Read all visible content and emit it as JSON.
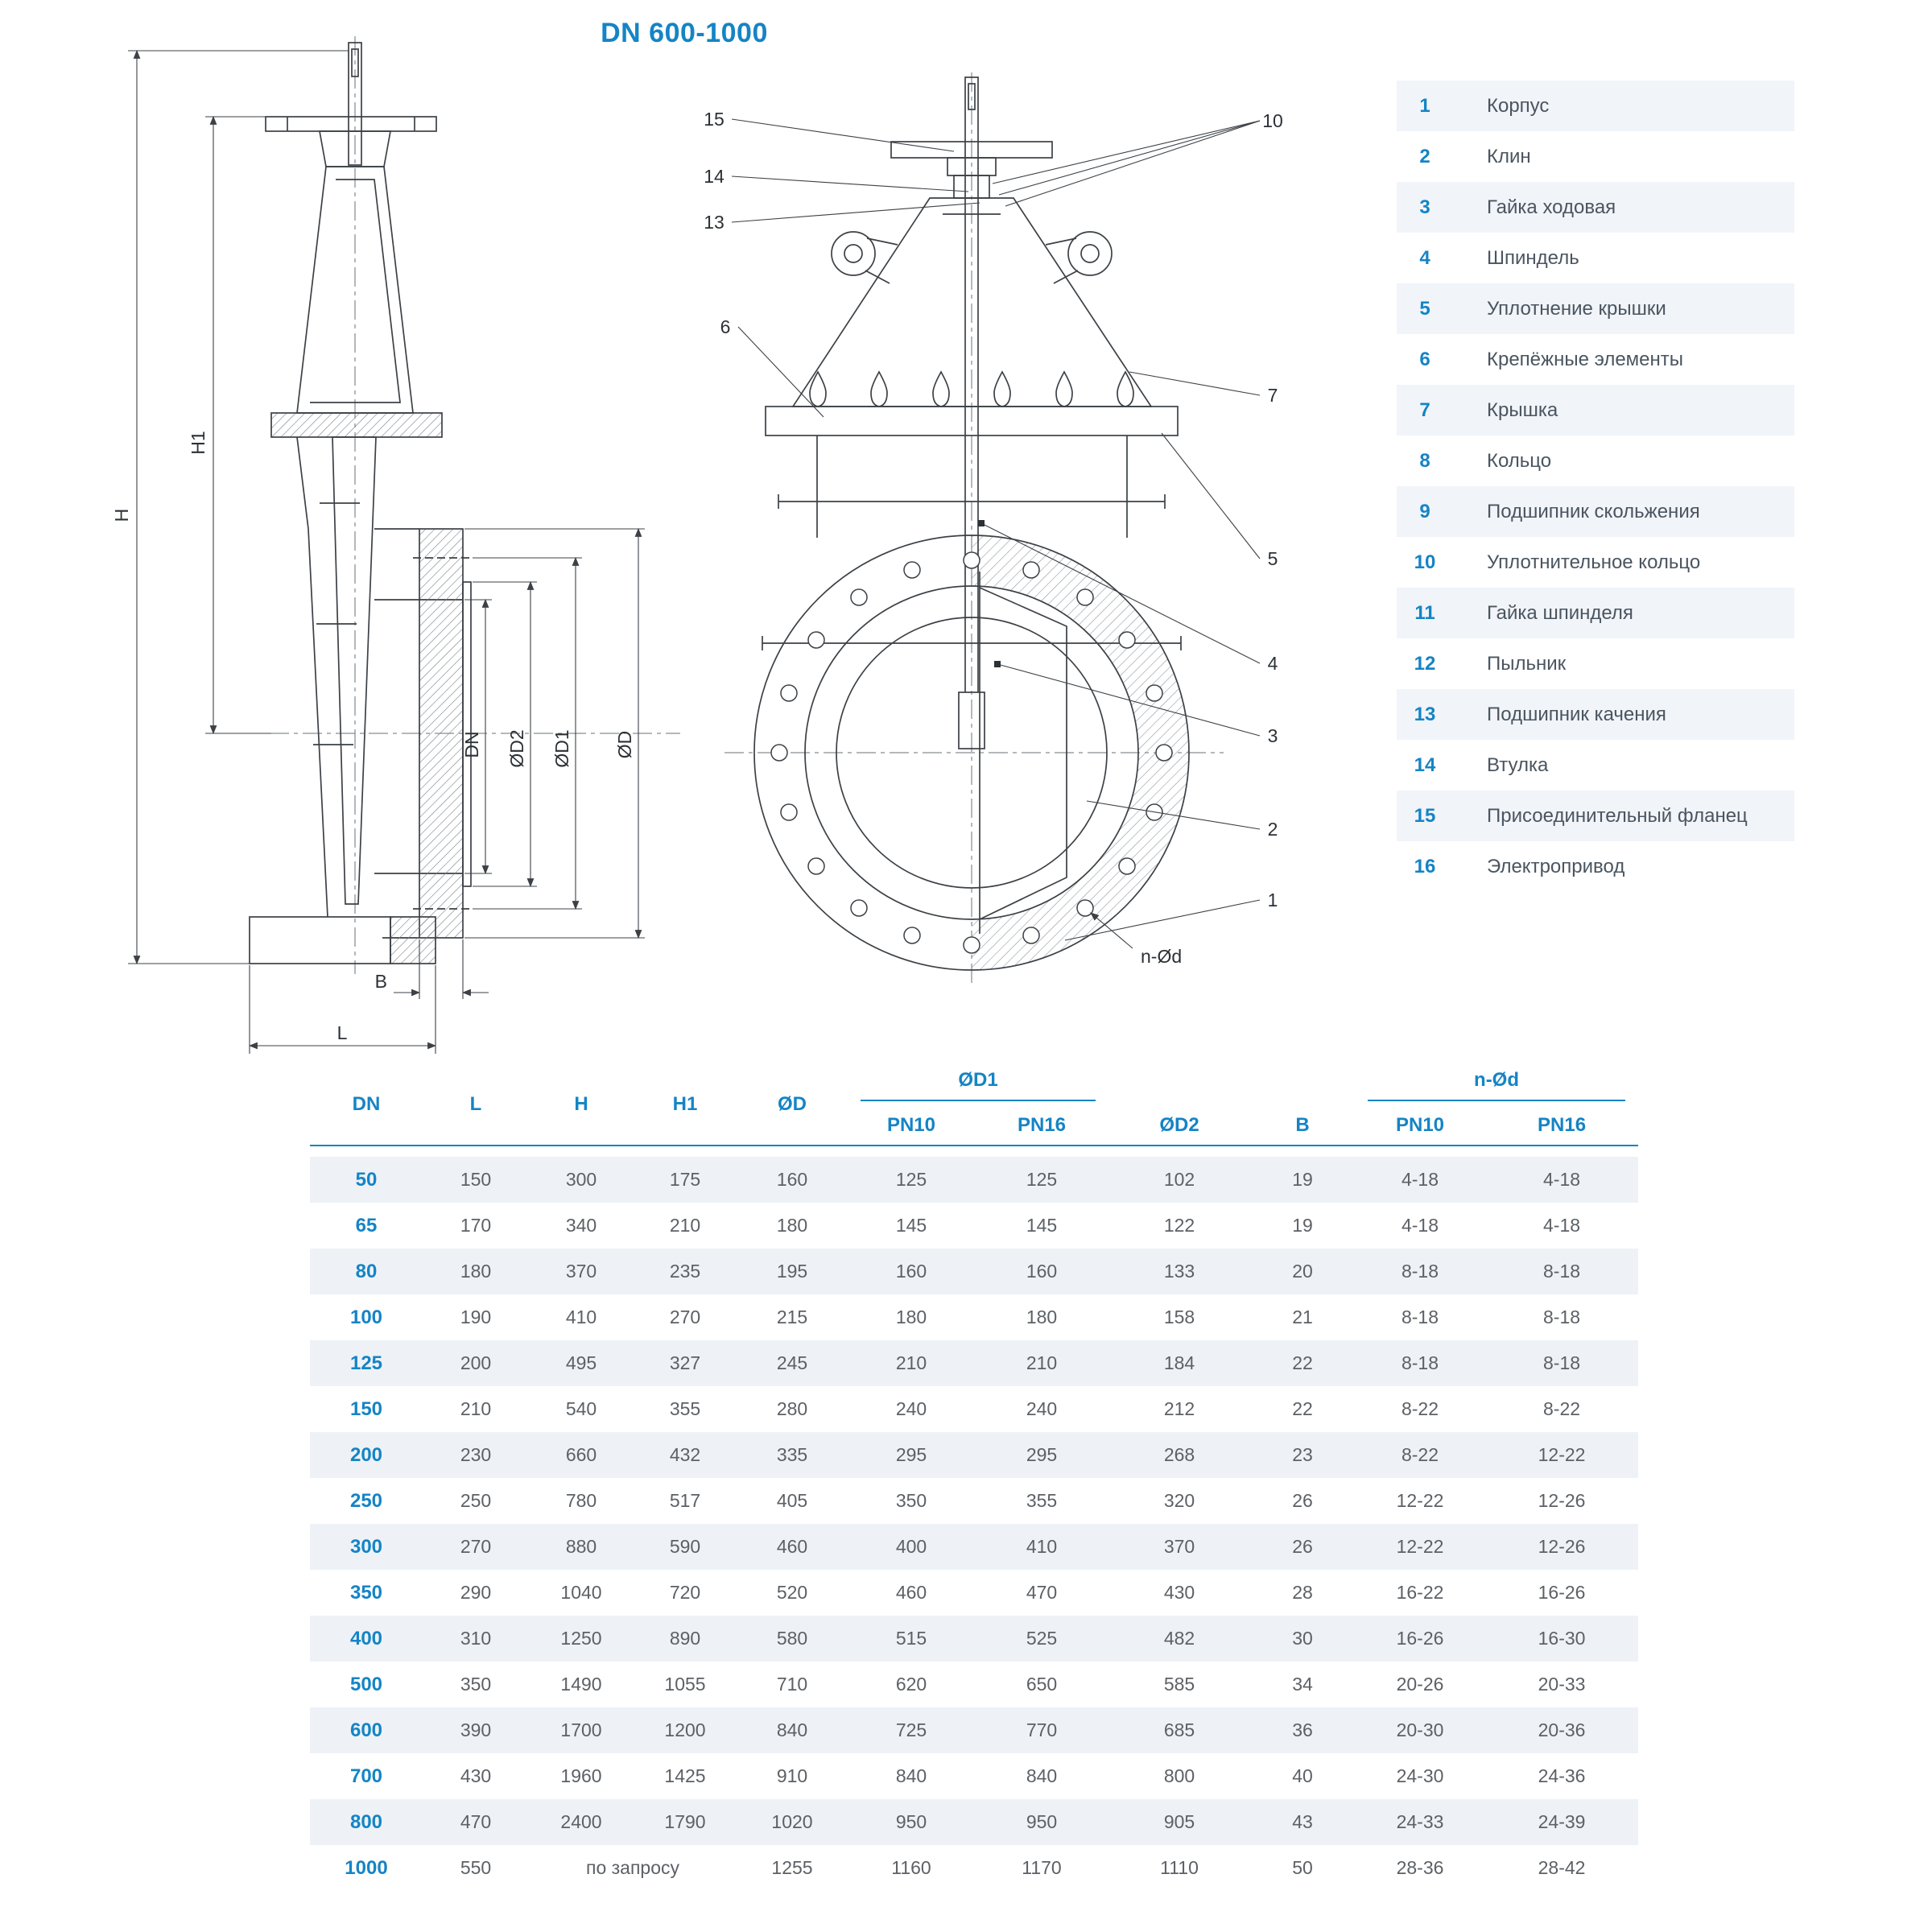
{
  "title": "DN 600-1000",
  "legend": {
    "items": [
      {
        "num": "1",
        "label": "Корпус"
      },
      {
        "num": "2",
        "label": "Клин"
      },
      {
        "num": "3",
        "label": "Гайка ходовая"
      },
      {
        "num": "4",
        "label": "Шпиндель"
      },
      {
        "num": "5",
        "label": "Уплотнение крышки"
      },
      {
        "num": "6",
        "label": "Крепёжные элементы"
      },
      {
        "num": "7",
        "label": "Крышка"
      },
      {
        "num": "8",
        "label": "Кольцо"
      },
      {
        "num": "9",
        "label": "Подшипник скольжения"
      },
      {
        "num": "10",
        "label": "Уплотнительное кольцо"
      },
      {
        "num": "11",
        "label": "Гайка шпинделя"
      },
      {
        "num": "12",
        "label": "Пыльник"
      },
      {
        "num": "13",
        "label": "Подшипник качения"
      },
      {
        "num": "14",
        "label": "Втулка"
      },
      {
        "num": "15",
        "label": "Присоединительный фланец"
      },
      {
        "num": "16",
        "label": "Электропривод"
      }
    ]
  },
  "drawing": {
    "dim_labels": {
      "h": "H",
      "h1": "H1",
      "dn": "DN",
      "od2": "ØD2",
      "od1": "ØD1",
      "od": "ØD",
      "b": "B",
      "l": "L"
    },
    "callouts": {
      "n1": "1",
      "n2": "2",
      "n3": "3",
      "n4": "4",
      "n5": "5",
      "n6": "6",
      "n7": "7",
      "n10": "10",
      "n13": "13",
      "n14": "14",
      "n15": "15"
    },
    "bolt_label": "n-Ød"
  },
  "table": {
    "headers": {
      "dn": "DN",
      "l": "L",
      "h": "H",
      "h1": "H1",
      "od": "ØD",
      "od1": "ØD1",
      "od2": "ØD2",
      "b": "B",
      "nod": "n-Ød",
      "pn10": "PN10",
      "pn16": "PN16"
    },
    "rows": [
      {
        "dn": "50",
        "l": "150",
        "h": "300",
        "h1": "175",
        "od": "160",
        "od1_pn10": "125",
        "od1_pn16": "125",
        "od2": "102",
        "b": "19",
        "nod_pn10": "4-18",
        "nod_pn16": "4-18"
      },
      {
        "dn": "65",
        "l": "170",
        "h": "340",
        "h1": "210",
        "od": "180",
        "od1_pn10": "145",
        "od1_pn16": "145",
        "od2": "122",
        "b": "19",
        "nod_pn10": "4-18",
        "nod_pn16": "4-18"
      },
      {
        "dn": "80",
        "l": "180",
        "h": "370",
        "h1": "235",
        "od": "195",
        "od1_pn10": "160",
        "od1_pn16": "160",
        "od2": "133",
        "b": "20",
        "nod_pn10": "8-18",
        "nod_pn16": "8-18"
      },
      {
        "dn": "100",
        "l": "190",
        "h": "410",
        "h1": "270",
        "od": "215",
        "od1_pn10": "180",
        "od1_pn16": "180",
        "od2": "158",
        "b": "21",
        "nod_pn10": "8-18",
        "nod_pn16": "8-18"
      },
      {
        "dn": "125",
        "l": "200",
        "h": "495",
        "h1": "327",
        "od": "245",
        "od1_pn10": "210",
        "od1_pn16": "210",
        "od2": "184",
        "b": "22",
        "nod_pn10": "8-18",
        "nod_pn16": "8-18"
      },
      {
        "dn": "150",
        "l": "210",
        "h": "540",
        "h1": "355",
        "od": "280",
        "od1_pn10": "240",
        "od1_pn16": "240",
        "od2": "212",
        "b": "22",
        "nod_pn10": "8-22",
        "nod_pn16": "8-22"
      },
      {
        "dn": "200",
        "l": "230",
        "h": "660",
        "h1": "432",
        "od": "335",
        "od1_pn10": "295",
        "od1_pn16": "295",
        "od2": "268",
        "b": "23",
        "nod_pn10": "8-22",
        "nod_pn16": "12-22"
      },
      {
        "dn": "250",
        "l": "250",
        "h": "780",
        "h1": "517",
        "od": "405",
        "od1_pn10": "350",
        "od1_pn16": "355",
        "od2": "320",
        "b": "26",
        "nod_pn10": "12-22",
        "nod_pn16": "12-26"
      },
      {
        "dn": "300",
        "l": "270",
        "h": "880",
        "h1": "590",
        "od": "460",
        "od1_pn10": "400",
        "od1_pn16": "410",
        "od2": "370",
        "b": "26",
        "nod_pn10": "12-22",
        "nod_pn16": "12-26"
      },
      {
        "dn": "350",
        "l": "290",
        "h": "1040",
        "h1": "720",
        "od": "520",
        "od1_pn10": "460",
        "od1_pn16": "470",
        "od2": "430",
        "b": "28",
        "nod_pn10": "16-22",
        "nod_pn16": "16-26"
      },
      {
        "dn": "400",
        "l": "310",
        "h": "1250",
        "h1": "890",
        "od": "580",
        "od1_pn10": "515",
        "od1_pn16": "525",
        "od2": "482",
        "b": "30",
        "nod_pn10": "16-26",
        "nod_pn16": "16-30"
      },
      {
        "dn": "500",
        "l": "350",
        "h": "1490",
        "h1": "1055",
        "od": "710",
        "od1_pn10": "620",
        "od1_pn16": "650",
        "od2": "585",
        "b": "34",
        "nod_pn10": "20-26",
        "nod_pn16": "20-33"
      },
      {
        "dn": "600",
        "l": "390",
        "h": "1700",
        "h1": "1200",
        "od": "840",
        "od1_pn10": "725",
        "od1_pn16": "770",
        "od2": "685",
        "b": "36",
        "nod_pn10": "20-30",
        "nod_pn16": "20-36"
      },
      {
        "dn": "700",
        "l": "430",
        "h": "1960",
        "h1": "1425",
        "od": "910",
        "od1_pn10": "840",
        "od1_pn16": "840",
        "od2": "800",
        "b": "40",
        "nod_pn10": "24-30",
        "nod_pn16": "24-36"
      },
      {
        "dn": "800",
        "l": "470",
        "h": "2400",
        "h1": "1790",
        "od": "1020",
        "od1_pn10": "950",
        "od1_pn16": "950",
        "od2": "905",
        "b": "43",
        "nod_pn10": "24-33",
        "nod_pn16": "24-39"
      },
      {
        "dn": "1000",
        "l": "550",
        "h": "по запросу",
        "h1": null,
        "od": "1255",
        "od1_pn10": "1160",
        "od1_pn16": "1170",
        "od2": "1110",
        "b": "50",
        "nod_pn10": "28-36",
        "nod_pn16": "28-42"
      }
    ]
  }
}
